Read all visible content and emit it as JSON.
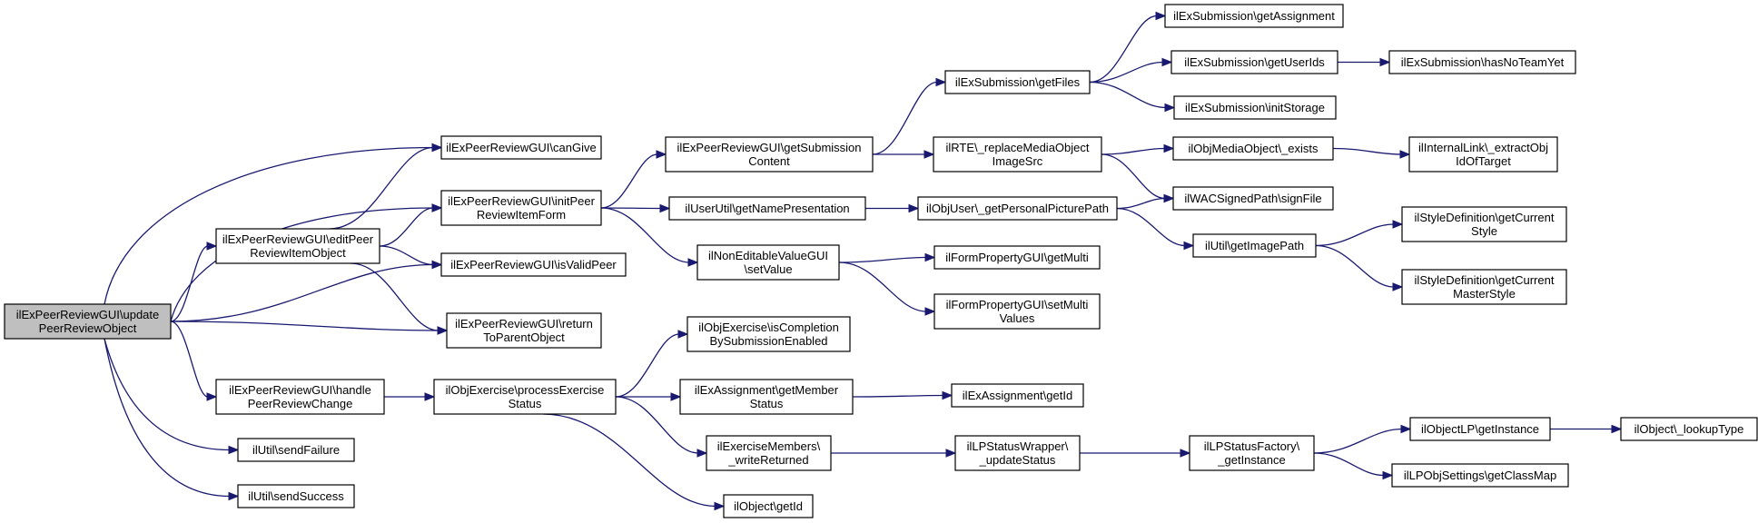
{
  "diagram": {
    "nodes": [
      {
        "id": "root",
        "lines": [
          "ilExPeerReviewGUI\\update",
          "PeerReviewObject"
        ],
        "root": true
      },
      {
        "id": "canGive",
        "lines": [
          "ilExPeerReviewGUI\\canGive"
        ]
      },
      {
        "id": "initForm",
        "lines": [
          "ilExPeerReviewGUI\\initPeer",
          "ReviewItemForm"
        ]
      },
      {
        "id": "editPeer",
        "lines": [
          "ilExPeerReviewGUI\\editPeer",
          "ReviewItemObject"
        ]
      },
      {
        "id": "isValid",
        "lines": [
          "ilExPeerReviewGUI\\isValidPeer"
        ]
      },
      {
        "id": "returnParent",
        "lines": [
          "ilExPeerReviewGUI\\return",
          "ToParentObject"
        ]
      },
      {
        "id": "handleChange",
        "lines": [
          "ilExPeerReviewGUI\\handle",
          "PeerReviewChange"
        ]
      },
      {
        "id": "sendFailure",
        "lines": [
          "ilUtil\\sendFailure"
        ]
      },
      {
        "id": "sendSuccess",
        "lines": [
          "ilUtil\\sendSuccess"
        ]
      },
      {
        "id": "getSubContent",
        "lines": [
          "ilExPeerReviewGUI\\getSubmission",
          "Content"
        ]
      },
      {
        "id": "getNamePres",
        "lines": [
          "ilUserUtil\\getNamePresentation"
        ]
      },
      {
        "id": "setValue",
        "lines": [
          "ilNonEditableValueGUI",
          "\\setValue"
        ]
      },
      {
        "id": "processStatus",
        "lines": [
          "ilObjExercise\\processExercise",
          "Status"
        ]
      },
      {
        "id": "isCompletion",
        "lines": [
          "ilObjExercise\\isCompletion",
          "BySubmissionEnabled"
        ]
      },
      {
        "id": "getMemberStatus",
        "lines": [
          "ilExAssignment\\getMember",
          "Status"
        ]
      },
      {
        "id": "writeReturned",
        "lines": [
          "ilExerciseMembers\\",
          "_writeReturned"
        ]
      },
      {
        "id": "objGetId",
        "lines": [
          "ilObject\\getId"
        ]
      },
      {
        "id": "getFiles",
        "lines": [
          "ilExSubmission\\getFiles"
        ]
      },
      {
        "id": "replaceMedia",
        "lines": [
          "ilRTE\\_replaceMediaObject",
          "ImageSrc"
        ]
      },
      {
        "id": "getPicPath",
        "lines": [
          "ilObjUser\\_getPersonalPicturePath"
        ]
      },
      {
        "id": "getMulti",
        "lines": [
          "ilFormPropertyGUI\\getMulti"
        ]
      },
      {
        "id": "setMulti",
        "lines": [
          "ilFormPropertyGUI\\setMulti",
          "Values"
        ]
      },
      {
        "id": "assignGetId",
        "lines": [
          "ilExAssignment\\getId"
        ]
      },
      {
        "id": "updateStatus",
        "lines": [
          "ilLPStatusWrapper\\",
          "_updateStatus"
        ]
      },
      {
        "id": "getAssignment",
        "lines": [
          "ilExSubmission\\getAssignment"
        ]
      },
      {
        "id": "getUserIds",
        "lines": [
          "ilExSubmission\\getUserIds"
        ]
      },
      {
        "id": "initStorage",
        "lines": [
          "ilExSubmission\\initStorage"
        ]
      },
      {
        "id": "mediaExists",
        "lines": [
          "ilObjMediaObject\\_exists"
        ]
      },
      {
        "id": "signFile",
        "lines": [
          "ilWACSignedPath\\signFile"
        ]
      },
      {
        "id": "getImagePath",
        "lines": [
          "ilUtil\\getImagePath"
        ]
      },
      {
        "id": "lpFactory",
        "lines": [
          "ilLPStatusFactory\\",
          "_getInstance"
        ]
      },
      {
        "id": "hasNoTeam",
        "lines": [
          "ilExSubmission\\hasNoTeamYet"
        ]
      },
      {
        "id": "extractObj",
        "lines": [
          "ilInternalLink\\_extractObj",
          "IdOfTarget"
        ]
      },
      {
        "id": "curStyle",
        "lines": [
          "ilStyleDefinition\\getCurrent",
          "Style"
        ]
      },
      {
        "id": "curMaster",
        "lines": [
          "ilStyleDefinition\\getCurrent",
          "MasterStyle"
        ]
      },
      {
        "id": "lpGetInstance",
        "lines": [
          "ilObjectLP\\getInstance"
        ]
      },
      {
        "id": "classMap",
        "lines": [
          "ilLPObjSettings\\getClassMap"
        ]
      },
      {
        "id": "lookupType",
        "lines": [
          "ilObject\\_lookupType"
        ]
      }
    ],
    "edges": [
      [
        "root",
        "canGive"
      ],
      [
        "root",
        "initForm"
      ],
      [
        "root",
        "editPeer"
      ],
      [
        "root",
        "isValid"
      ],
      [
        "root",
        "returnParent"
      ],
      [
        "root",
        "handleChange"
      ],
      [
        "root",
        "sendFailure"
      ],
      [
        "root",
        "sendSuccess"
      ],
      [
        "editPeer",
        "canGive"
      ],
      [
        "editPeer",
        "initForm"
      ],
      [
        "editPeer",
        "isValid"
      ],
      [
        "editPeer",
        "returnParent"
      ],
      [
        "initForm",
        "getSubContent"
      ],
      [
        "initForm",
        "getNamePres"
      ],
      [
        "initForm",
        "setValue"
      ],
      [
        "handleChange",
        "processStatus"
      ],
      [
        "processStatus",
        "isCompletion"
      ],
      [
        "processStatus",
        "getMemberStatus"
      ],
      [
        "processStatus",
        "writeReturned"
      ],
      [
        "processStatus",
        "objGetId"
      ],
      [
        "getSubContent",
        "getFiles"
      ],
      [
        "getSubContent",
        "replaceMedia"
      ],
      [
        "getNamePres",
        "getPicPath"
      ],
      [
        "setValue",
        "getMulti"
      ],
      [
        "setValue",
        "setMulti"
      ],
      [
        "getMemberStatus",
        "assignGetId"
      ],
      [
        "writeReturned",
        "updateStatus"
      ],
      [
        "getFiles",
        "getAssignment"
      ],
      [
        "getFiles",
        "getUserIds"
      ],
      [
        "getFiles",
        "initStorage"
      ],
      [
        "replaceMedia",
        "mediaExists"
      ],
      [
        "replaceMedia",
        "signFile"
      ],
      [
        "getPicPath",
        "signFile"
      ],
      [
        "getPicPath",
        "getImagePath"
      ],
      [
        "updateStatus",
        "lpFactory"
      ],
      [
        "getUserIds",
        "hasNoTeam"
      ],
      [
        "mediaExists",
        "extractObj"
      ],
      [
        "getImagePath",
        "curStyle"
      ],
      [
        "getImagePath",
        "curMaster"
      ],
      [
        "lpFactory",
        "lpGetInstance"
      ],
      [
        "lpFactory",
        "classMap"
      ],
      [
        "lpGetInstance",
        "lookupType"
      ]
    ]
  }
}
